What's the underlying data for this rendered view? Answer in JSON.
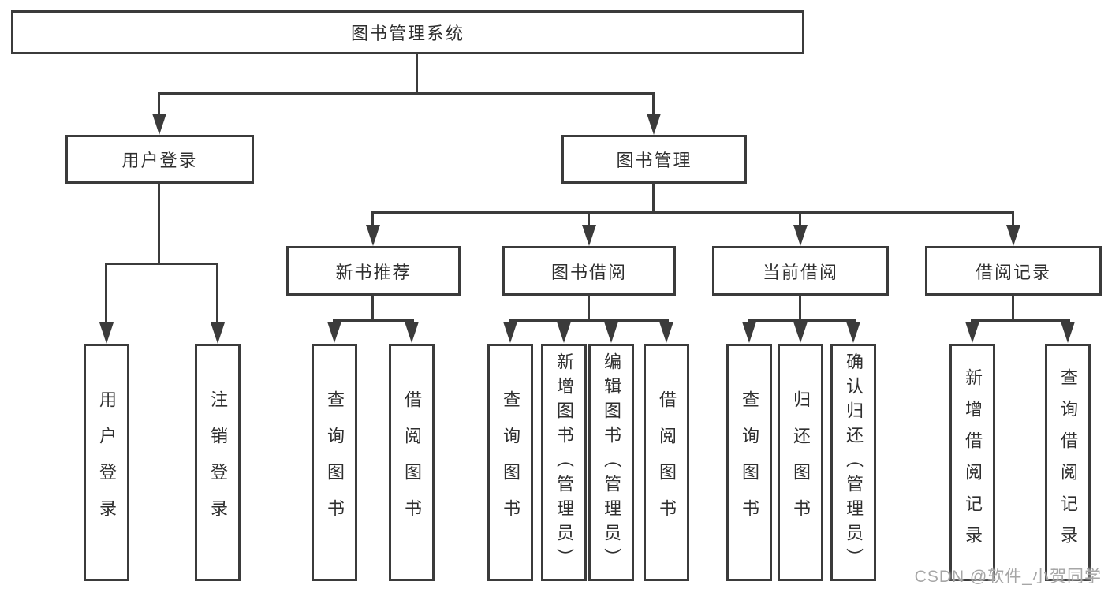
{
  "diagram": {
    "root": "图书管理系统",
    "branches": [
      {
        "label": "用户登录",
        "children": [
          "用户登录",
          "注销登录"
        ]
      },
      {
        "label": "图书管理",
        "groups": [
          {
            "label": "新书推荐",
            "children": [
              "查询图书",
              "借阅图书"
            ]
          },
          {
            "label": "图书借阅",
            "children": [
              "查询图书",
              "新增图书（管理员）",
              "编辑图书（管理员）",
              "借阅图书"
            ]
          },
          {
            "label": "当前借阅",
            "children": [
              "查询图书",
              "归还图书",
              "确认归还（管理员）"
            ]
          },
          {
            "label": "借阅记录",
            "children": [
              "新增借阅记录",
              "查询借阅记录"
            ]
          }
        ]
      }
    ]
  },
  "watermark": "CSDN @软件_小贺同学",
  "colors": {
    "line": "#3b3b3b",
    "text": "#2f2f2f",
    "watermark": "#a6a6a6",
    "background": "#ffffff"
  }
}
